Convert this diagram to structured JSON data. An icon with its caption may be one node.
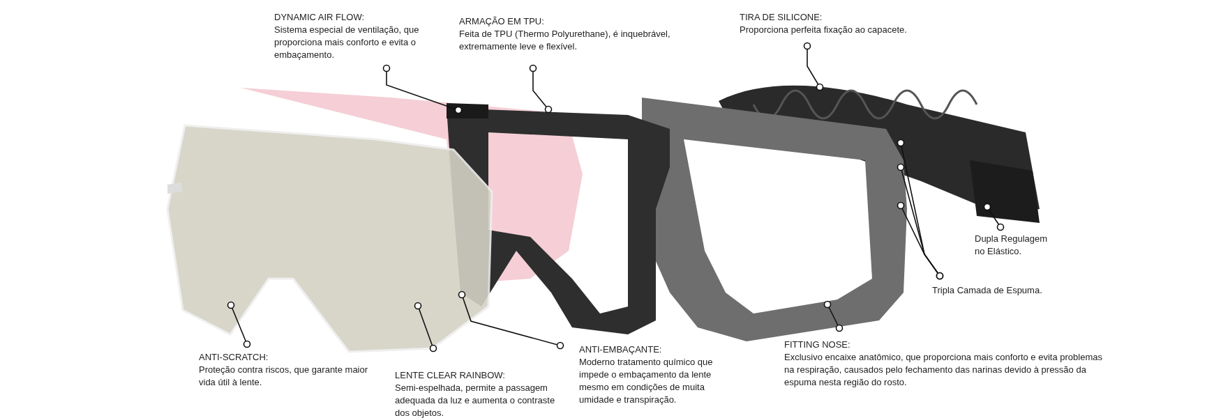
{
  "diagram": {
    "nodes": [
      {
        "text": [
          "DYNAMIC AIR FLOW:",
          "Sistema especial de ventilação, que proporciona mais conforto e evita o embaçamento."
        ]
      },
      {
        "text": [
          "ARMAÇÃO EM TPU:",
          "Feita de TPU (Thermo Polyurethane), é inquebrável, extremamente leve e flexível."
        ]
      },
      {
        "text": [
          "TIRA DE SILICONE:",
          "Proporciona perfeita fixação ao capacete."
        ]
      },
      {
        "text": [
          "Dupla Regulagem no Elástico."
        ]
      },
      {
        "text": [
          "Tripla Camada de Espuma."
        ]
      },
      {
        "text": [
          "ANTI-SCRATCH:",
          "Proteção contra riscos, que garante maior vida útil à lente."
        ]
      },
      {
        "text": [
          "LENTE CLEAR RAINBOW:",
          "Semi-espelhada, permite a passagem adequada da luz e aumenta o contraste dos objetos."
        ]
      },
      {
        "text": [
          "ANTI-EMBAÇANTE:",
          "Moderno tratamento químico que impede o embaçamento da lente mesmo em condições de muita umidade e transpiração."
        ]
      },
      {
        "text": [
          "FITTING NOSE:",
          "Exclusivo encaixe anatômico, que proporciona mais conforto e evita problemas na respiração, causados pelo fechamento das narinas devido à pressão da espuma nesta região do rosto."
        ]
      }
    ],
    "edges": [
      {
        "from": 0,
        "to": null,
        "arrow": "other"
      },
      {
        "from": 1,
        "to": null,
        "arrow": "other"
      },
      {
        "from": 2,
        "to": null,
        "arrow": "other"
      },
      {
        "from": 3,
        "to": null,
        "arrow": "other"
      },
      {
        "from": 4,
        "to": null,
        "arrow": "other"
      },
      {
        "from": 4,
        "to": null,
        "arrow": "other"
      },
      {
        "from": 4,
        "to": null,
        "arrow": "other"
      },
      {
        "from": 5,
        "to": null,
        "arrow": "other"
      },
      {
        "from": 6,
        "to": null,
        "arrow": "other"
      },
      {
        "from": 7,
        "to": null,
        "arrow": "other"
      },
      {
        "from": 8,
        "to": null,
        "arrow": "other"
      }
    ]
  }
}
